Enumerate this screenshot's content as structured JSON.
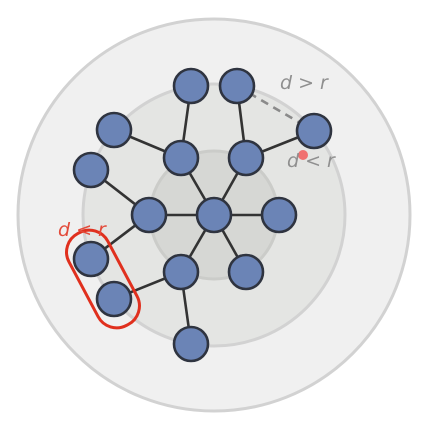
{
  "diagram": {
    "colors": {
      "node_fill": "#6b84b6",
      "node_stroke": "#2f3440",
      "edge": "#333333",
      "ring_outer": "#f0f0f0",
      "ring_middle": "#e4e5e3",
      "ring_inner": "#d6d7d4",
      "ring_edge": "#d2d2d2",
      "label_gray": "#8f8f8f",
      "label_red": "#e34a3a",
      "highlight_red": "#e0301e",
      "marker": "#f07070"
    },
    "labels": {
      "greater": "d > r",
      "less_right": "d < r",
      "less_left": "d < r"
    },
    "nodes": [
      {
        "id": "center"
      },
      {
        "id": "left-inner"
      },
      {
        "id": "right-inner"
      },
      {
        "id": "upper-left-mid"
      },
      {
        "id": "upper-right-mid"
      },
      {
        "id": "lower-mid"
      },
      {
        "id": "lower-right-inner"
      },
      {
        "id": "top-left"
      },
      {
        "id": "top-right"
      },
      {
        "id": "far-right"
      },
      {
        "id": "upper-left-outer"
      },
      {
        "id": "left-outer"
      },
      {
        "id": "lower-left-1"
      },
      {
        "id": "lower-left-2"
      },
      {
        "id": "bottom"
      }
    ],
    "edges": [
      [
        "center",
        "left-inner"
      ],
      [
        "center",
        "right-inner"
      ],
      [
        "center",
        "upper-left-mid"
      ],
      [
        "center",
        "upper-right-mid"
      ],
      [
        "center",
        "lower-mid"
      ],
      [
        "center",
        "lower-right-inner"
      ],
      [
        "upper-left-mid",
        "top-left"
      ],
      [
        "upper-left-mid",
        "upper-left-outer"
      ],
      [
        "upper-right-mid",
        "top-right"
      ],
      [
        "upper-right-mid",
        "far-right"
      ],
      [
        "left-inner",
        "left-outer"
      ],
      [
        "left-inner",
        "lower-left-1"
      ],
      [
        "lower-mid",
        "lower-left-2"
      ],
      [
        "lower-mid",
        "bottom"
      ]
    ],
    "dashed_edges": [
      [
        "top-right",
        "far-right"
      ]
    ]
  }
}
